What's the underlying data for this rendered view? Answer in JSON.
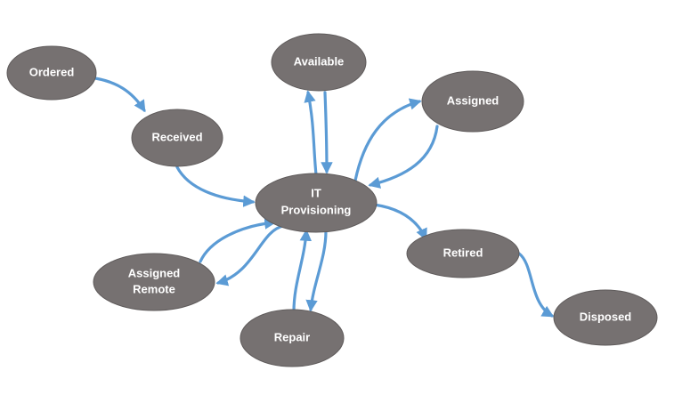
{
  "diagram": {
    "colors": {
      "node_fill": "#767171",
      "edge": "#5b9bd5",
      "label": "#ffffff"
    },
    "nodes": {
      "ordered": "Ordered",
      "received": "Received",
      "it_provisioning_line1": "IT",
      "it_provisioning_line2": "Provisioning",
      "available": "Available",
      "assigned": "Assigned",
      "assigned_remote_line1": "Assigned",
      "assigned_remote_line2": "Remote",
      "retired": "Retired",
      "disposed": "Disposed",
      "repair": "Repair"
    },
    "edges": [
      {
        "from": "Ordered",
        "to": "Received"
      },
      {
        "from": "Received",
        "to": "IT Provisioning"
      },
      {
        "from": "IT Provisioning",
        "to": "Available"
      },
      {
        "from": "Available",
        "to": "IT Provisioning"
      },
      {
        "from": "IT Provisioning",
        "to": "Assigned"
      },
      {
        "from": "Assigned",
        "to": "IT Provisioning"
      },
      {
        "from": "IT Provisioning",
        "to": "Assigned Remote"
      },
      {
        "from": "Assigned Remote",
        "to": "IT Provisioning"
      },
      {
        "from": "IT Provisioning",
        "to": "Repair"
      },
      {
        "from": "Repair",
        "to": "IT Provisioning"
      },
      {
        "from": "IT Provisioning",
        "to": "Retired"
      },
      {
        "from": "Retired",
        "to": "Disposed"
      }
    ]
  }
}
